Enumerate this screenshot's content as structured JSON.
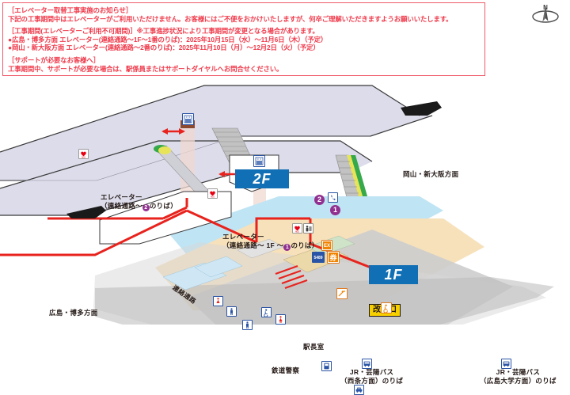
{
  "notice": {
    "title": "［エレベーター取替工事実施のお知らせ］",
    "intro": "下記の工事期間中はエレベーターがご利用いただけません。お客様にはご不便をおかけいたしますが、何卒ご理解いただきますようお願いいたします。",
    "period_heading": "［工事期間(エレベーターご利用不可期間)］※工事進捗状況により工事期間が変更となる場合があります。",
    "period_items": [
      "●広島・博多方面 エレベーター(連絡通路～1F～1番のりば)：2025年10月15日（水）～11月6日（木）（予定）",
      "●岡山・新大阪方面 エレベーター(連絡通路～2番のりば)：2025年11月10日（月）～12月2日（火）（予定）"
    ],
    "support_heading": "［サポートが必要なお客様へ］",
    "support_body": "工事期間中、サポートが必要な場合は、駅係員またはサポートダイヤルへお問合せください。",
    "border_color": "#ef5a6a",
    "text_color": "#ef3b4c"
  },
  "compass": {
    "north_letter": "N"
  },
  "map": {
    "floor_badges": [
      {
        "label": "2F",
        "color": "#1170b5"
      },
      {
        "label": "1F",
        "color": "#1170b5"
      }
    ],
    "elevator_labels": [
      {
        "line1": "エレベーター",
        "prefix": "（連絡通路～",
        "number": "2",
        "suffix": "のりば）"
      },
      {
        "line1": "エレベーター",
        "prefix": "（連絡通路～ 1F ～",
        "number": "1",
        "suffix": "のりば）"
      }
    ],
    "direction_labels": {
      "hiroshima": "広島・博多方面",
      "okayama": "岡山・新大阪方面"
    },
    "platform_markers": [
      {
        "number": "2",
        "color": "#92308f"
      },
      {
        "number": "1",
        "color": "#92308f"
      }
    ],
    "bus_stops": [
      {
        "line1": "JR・芸陽バス",
        "line2": "（西条方面）のりば"
      },
      {
        "line1": "JR・芸陽バス",
        "line2": "（広島大学方面）のりば"
      }
    ],
    "facility_labels": {
      "ticket_gate": "改札口",
      "station_master": "駅長室",
      "railway_police": "鉄道警察",
      "corridor": "連絡通路"
    },
    "icons": [
      {
        "name": "aed-icon",
        "label": "AED"
      },
      {
        "name": "elevator-icon",
        "label": "エレベーター"
      },
      {
        "name": "restroom-icon",
        "label": "トイレ"
      },
      {
        "name": "wheelchair-restroom-icon",
        "label": "多目的トイレ"
      },
      {
        "name": "telephone-icon",
        "label": "公衆電話"
      },
      {
        "name": "ticket-machine-icon",
        "label": "券売機"
      },
      {
        "name": "ticket-office-icon",
        "label": "みどりの窓口"
      },
      {
        "name": "express-ticket-icon",
        "label": "EX"
      },
      {
        "name": "vending-machine-icon",
        "label": "自動販売機"
      },
      {
        "name": "taxi-icon",
        "label": "タクシーのりば"
      },
      {
        "name": "bus-icon",
        "label": "バスのりば"
      },
      {
        "name": "escalator-icon",
        "label": "エスカレーター"
      },
      {
        "name": "information-icon",
        "label": "案内"
      }
    ],
    "colors": {
      "platform_floor": "#dcdcea",
      "concourse_blue": "#bfe4f4",
      "concourse_tan": "#f6e1bb",
      "concourse_gray": "#c9c9c9",
      "route_red": "#e8231e",
      "accent_blue": "#1170b5",
      "gate_yellow": "#f7d000",
      "platform_purple": "#92308f"
    }
  }
}
